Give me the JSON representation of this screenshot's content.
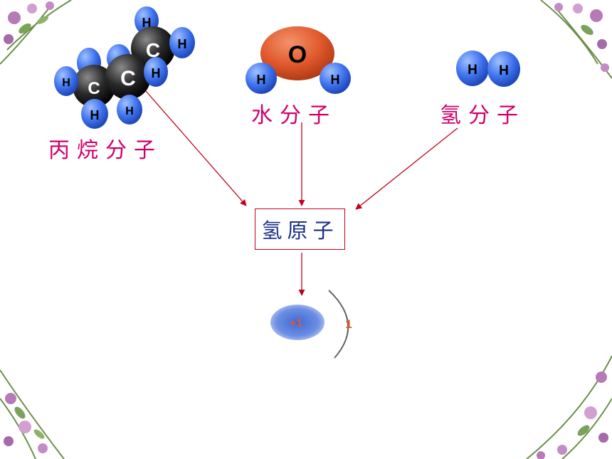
{
  "colors": {
    "label_pink": "#d0006a",
    "label_navy": "#1a2f8a",
    "arrow_red": "#c0001c",
    "hydrogen_blue": "#3f73ee",
    "carbon_dark": "#2a2a2a",
    "oxygen_orange": "#e0582c",
    "orbit_red": "#e05a2a"
  },
  "atoms": {
    "hydrogen": "H",
    "carbon": "C",
    "oxygen": "O"
  },
  "molecules": {
    "propane": "丙烷分子",
    "water": "水分子",
    "hydrogen_molecule": "氢分子"
  },
  "target": {
    "label": "氢原子"
  },
  "atom_structure": {
    "nucleus_charge": "+1",
    "shell_electrons": "1"
  }
}
